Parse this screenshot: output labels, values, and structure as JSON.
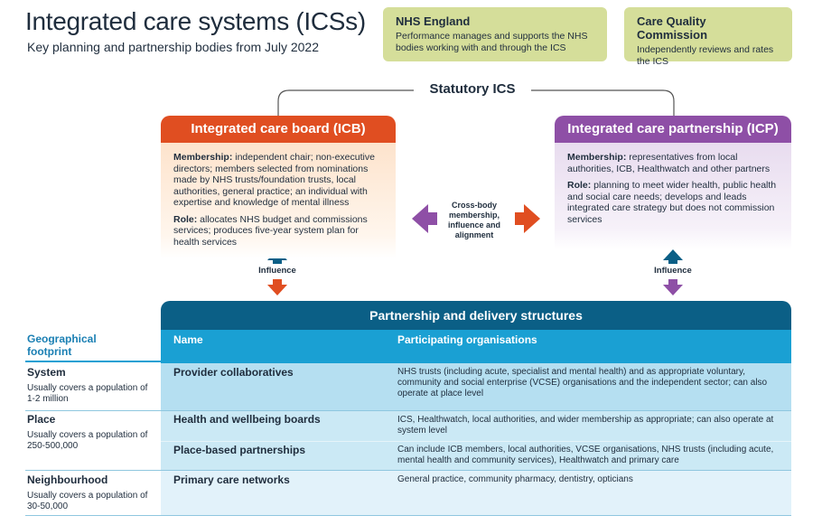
{
  "title": "Integrated care systems (ICSs)",
  "subtitle": "Key planning and partnership bodies from July 2022",
  "nhs_england": {
    "heading": "NHS England",
    "text": "Performance manages and supports the NHS bodies working with and through the ICS"
  },
  "cqc": {
    "heading": "Care Quality Commission",
    "text": "Independently reviews and rates the ICS"
  },
  "statutory_label": "Statutory ICS",
  "icb": {
    "header": "Integrated care board (ICB)",
    "membership_label": "Membership:",
    "membership_text": " independent chair; non-executive directors; members selected from nominations made by NHS trusts/foundation trusts, local authorities, general practice; an individual with expertise and knowledge of mental illness",
    "role_label": "Role:",
    "role_text": " allocates NHS budget and commissions services; produces five-year system plan for health services",
    "influence": "Influence",
    "color": "#e04e21"
  },
  "icp": {
    "header": "Integrated care partnership (ICP)",
    "membership_label": "Membership:",
    "membership_text": " representatives from local authorities, ICB, Healthwatch and other partners",
    "role_label": "Role:",
    "role_text": " planning to meet wider health, public health and social care needs; develops and leads integrated care strategy but does not commission services",
    "influence": "Influence",
    "color": "#8e4fa6"
  },
  "cross_body": "Cross-body membership, influence and alignment",
  "partnership": {
    "header": "Partnership and delivery structures",
    "geo_header": "Geographical footprint",
    "name_header": "Name",
    "org_header": "Participating organisations",
    "rows": [
      {
        "geo": "System",
        "geo_desc": "Usually covers a population of 1-2 million",
        "name": "Provider collaboratives",
        "orgs": "NHS trusts (including acute, specialist and mental health) and as appropriate voluntary, community and social enterprise (VCSE) organisations and the independent sector; can also operate at place level"
      },
      {
        "geo": "Place",
        "geo_desc": "Usually covers a population of 250-500,000",
        "name": "Health and wellbeing boards",
        "orgs": "ICS, Healthwatch, local authorities, and wider membership as appropriate; can also operate at system level"
      },
      {
        "geo": "",
        "geo_desc": "",
        "name": "Place-based partnerships",
        "orgs": "Can include ICB members, local authorities, VCSE organisations, NHS trusts (including acute, mental health and community services), Healthwatch and primary care"
      },
      {
        "geo": "Neighbourhood",
        "geo_desc": "Usually covers a population of 30-50,000",
        "name": "Primary care networks",
        "orgs": "General practice, community pharmacy, dentistry, opticians"
      }
    ]
  }
}
